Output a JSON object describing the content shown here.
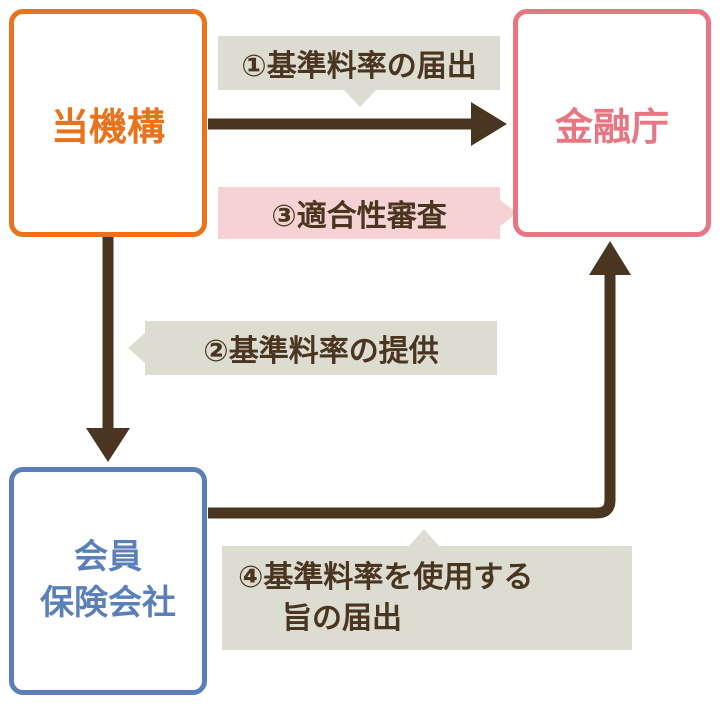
{
  "nodes": {
    "kikou": {
      "label": "当機構",
      "color": "#e8731c"
    },
    "fsa": {
      "label": "金融庁",
      "color": "#e87582"
    },
    "insurer": {
      "line1": "会員",
      "line2": "保険会社",
      "color": "#5b7fb8"
    }
  },
  "edges": {
    "step1": {
      "label": "①基準料率の届出"
    },
    "step2": {
      "label": "②基準料率の提供"
    },
    "step3": {
      "label": "③適合性審査"
    },
    "step4": {
      "line1": "④基準料率を使用する",
      "line2": "旨の届出"
    }
  },
  "colors": {
    "arrow": "#4a3520",
    "label_bg": "#dcdcd0",
    "review_bg": "#f5d2d4"
  }
}
